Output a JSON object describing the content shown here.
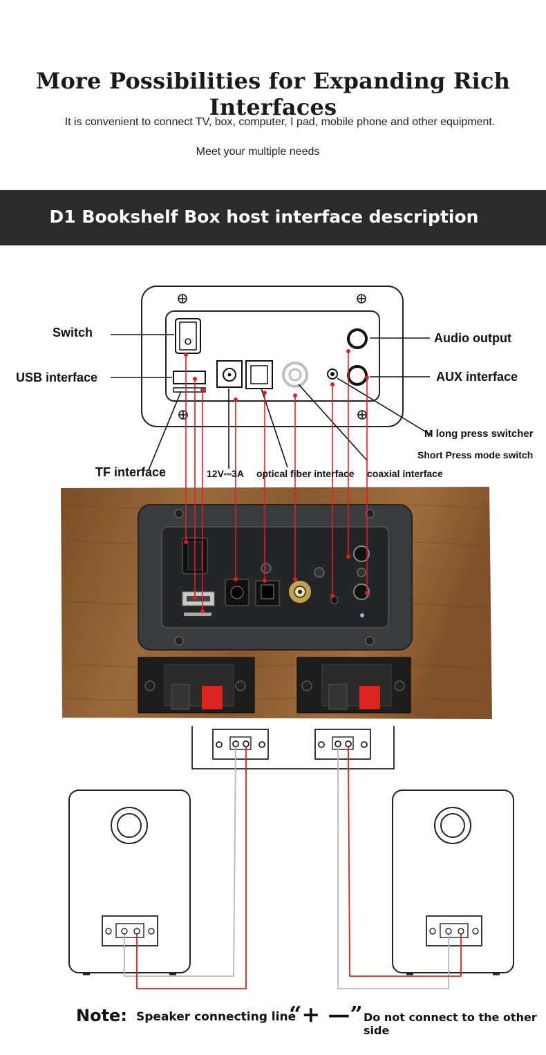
{
  "header": {
    "title": "More Possibilities for Expanding Rich Interfaces",
    "line1": "It is convenient to connect TV, box, computer, I pad, mobile phone and other equipment.",
    "line2": "Meet your multiple needs"
  },
  "band": {
    "title": "D1 Bookshelf Box host interface description",
    "color": "#2b2b2b"
  },
  "labels": {
    "switch": "Switch",
    "usb": "USB interface",
    "tf": "TF interface",
    "power": "12V⎓3A",
    "optical": "optical fiber interface",
    "coaxial": "coaxial interface",
    "audio_output": "Audio output",
    "aux": "AUX interface",
    "m_long": "M long press switcher",
    "m_short": "Short Press mode switch"
  },
  "note": {
    "head": "Note:",
    "text": "Speaker connecting line",
    "symbols": "“+ —”",
    "tail": "Do not connect to the other side"
  },
  "colors": {
    "wire_red": "#e02020",
    "wire_gray": "#b8b8b8",
    "wood": "#8a5a2e",
    "panel": "#3a3b3d"
  }
}
